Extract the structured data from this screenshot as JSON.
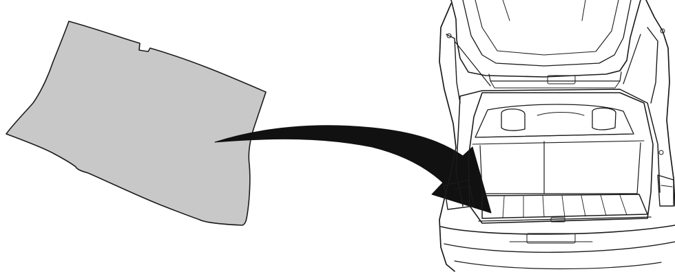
{
  "figure": {
    "description_free": true,
    "parts": {
      "mat": "cargo-mat",
      "arrow": "placement-arrow",
      "vehicle": "vehicle-rear-open-tailgate"
    },
    "colors": {
      "mat_fill": "#c8c8c8",
      "line": "#1a1a1a",
      "arrow_fill": "#111111",
      "background": "#ffffff"
    }
  }
}
